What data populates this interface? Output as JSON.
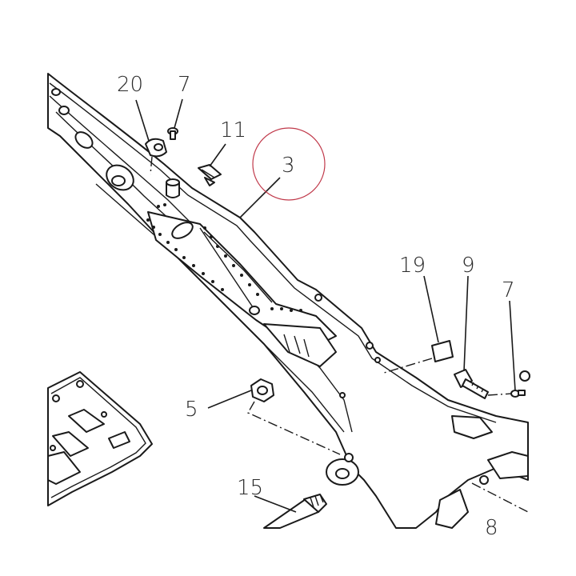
{
  "diagram": {
    "colors": {
      "line": "#1a1a1a",
      "highlight": "#c0394a",
      "background": "#ffffff"
    },
    "callouts": [
      {
        "id": "c20",
        "label": "20"
      },
      {
        "id": "c7a",
        "label": "7"
      },
      {
        "id": "c11",
        "label": "11"
      },
      {
        "id": "c3",
        "label": "3"
      },
      {
        "id": "c19",
        "label": "19"
      },
      {
        "id": "c9",
        "label": "9"
      },
      {
        "id": "c7b",
        "label": "7"
      },
      {
        "id": "c5",
        "label": "5"
      },
      {
        "id": "c15",
        "label": "15"
      },
      {
        "id": "c8",
        "label": "8"
      }
    ],
    "highlighted_callout": "3"
  }
}
